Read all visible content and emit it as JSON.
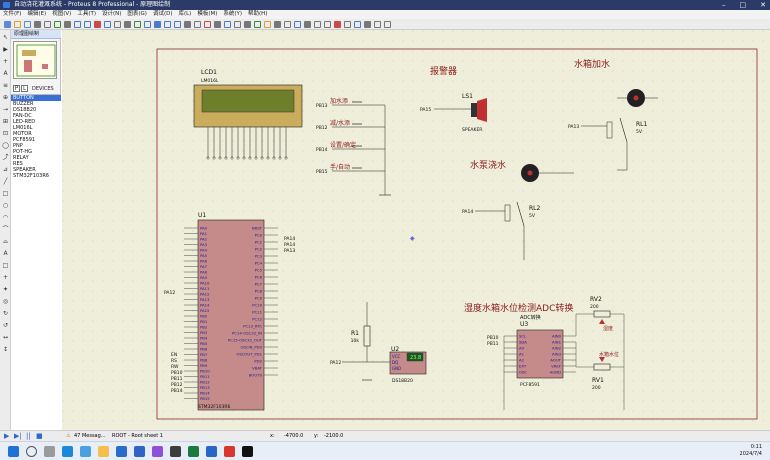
{
  "window": {
    "title": "自动浇花灌溉系统 - Proteus 8 Professional - 原理图绘制"
  },
  "menu": [
    "文件(F)",
    "编辑(E)",
    "视图(V)",
    "工具(T)",
    "设计(N)",
    "图表(G)",
    "调试(D)",
    "库(L)",
    "模板(M)",
    "系统(Y)",
    "帮助(H)"
  ],
  "tab": {
    "label": "原理图绘制"
  },
  "devices": {
    "header": "DEVICES",
    "p_button": "P",
    "l_button": "L",
    "items": [
      "BUTTON",
      "BUZZER",
      "DS18B20",
      "FAN-DC",
      "LED-RED",
      "LM016L",
      "MOTOR",
      "PCF8591",
      "PNP",
      "POT-HG",
      "RELAY",
      "RES",
      "SPEAKER",
      "STM32F103R6"
    ],
    "selected_index": 0
  },
  "schematic": {
    "lcd": {
      "ref": "LCD1",
      "model": "LM016L"
    },
    "alarm_title": "报警器",
    "speaker": {
      "ref": "LS1",
      "label": "SPEAKER",
      "pin": "PA15"
    },
    "water_tank_title": "水箱加水",
    "relay1": {
      "ref": "RL1",
      "volt": "5V",
      "pin": "PA13"
    },
    "pump_title": "水泵浇水",
    "relay2": {
      "ref": "RL2",
      "volt": "5V",
      "pin": "PA14"
    },
    "buttons": [
      {
        "label": "加水添",
        "pin": "PB13"
      },
      {
        "label": "减/水添",
        "pin": "PB12"
      },
      {
        "label": "设置/确定",
        "pin": "PB14"
      },
      {
        "label": "手/自动",
        "pin": "PB15"
      }
    ],
    "mcu": {
      "ref": "U1",
      "model": "STM32F103R6",
      "left_pins": [
        "PA0",
        "PA1",
        "PA2",
        "PA3",
        "PA4",
        "PA5",
        "PA6",
        "PA7",
        "PA8",
        "PA9",
        "PA10",
        "PA11",
        "PA12",
        "PA13",
        "PA14",
        "PA15",
        "PB0",
        "PB1",
        "PB2",
        "PB3",
        "PB4",
        "PB5",
        "PB6",
        "PB7",
        "PB8",
        "PB9",
        "PB10",
        "PB11",
        "PB12",
        "PB13",
        "PB14",
        "PB15"
      ],
      "right_pins": [
        "NRST",
        "PC0",
        "PC1",
        "PC2",
        "PC3",
        "PC4",
        "PC5",
        "PC6",
        "PC7",
        "PC8",
        "PC9",
        "PC10",
        "PC11",
        "PC12",
        "PC13_RTC",
        "PC14-OSC32_IN",
        "PC15-OSC32_OUT",
        "OSCIN_PD0",
        "OSCOUT_PD1",
        "PD2",
        "VBAT",
        "BOOT0"
      ],
      "net_labels_right": [
        "PA14",
        "PA14",
        "PA13"
      ],
      "pa12_label": "PA12",
      "left_net_labels": [
        "EN",
        "RS",
        "RW",
        "PB10",
        "PB11",
        "PB12",
        "PB14"
      ]
    },
    "r1": {
      "ref": "R1",
      "value": "10k"
    },
    "u2": {
      "ref": "U2",
      "model": "DS18B20",
      "pins": [
        "VCC",
        "DQ",
        "GND"
      ],
      "display": "23.8",
      "pin_label": "PA12"
    },
    "adc_title": "湿度水箱水位检测ADC转换",
    "adc": {
      "ref": "U3",
      "model": "PCF8591",
      "top_label": "ADC转换",
      "left_pins": [
        "SCL",
        "SDA",
        "A0",
        "A1",
        "A2",
        "EXT",
        "OSC"
      ],
      "right_pins": [
        "AIN0",
        "AIN1",
        "AIN2",
        "AIN3",
        "AOUT",
        "VREF",
        "AGND"
      ],
      "net_labels": [
        "PB10",
        "PB11"
      ]
    },
    "rv2": {
      "ref": "RV2",
      "value": "200",
      "label": "湿度"
    },
    "rv1": {
      "ref": "RV1",
      "value": "200",
      "label": "水箱水位"
    }
  },
  "status": {
    "messages": "47 Messag...",
    "sheet": "ROOT - Root sheet 1",
    "x": "-4700.0",
    "y": "-2100.0"
  },
  "taskbar": {
    "time": "0:11",
    "date": "2024/7/4"
  }
}
